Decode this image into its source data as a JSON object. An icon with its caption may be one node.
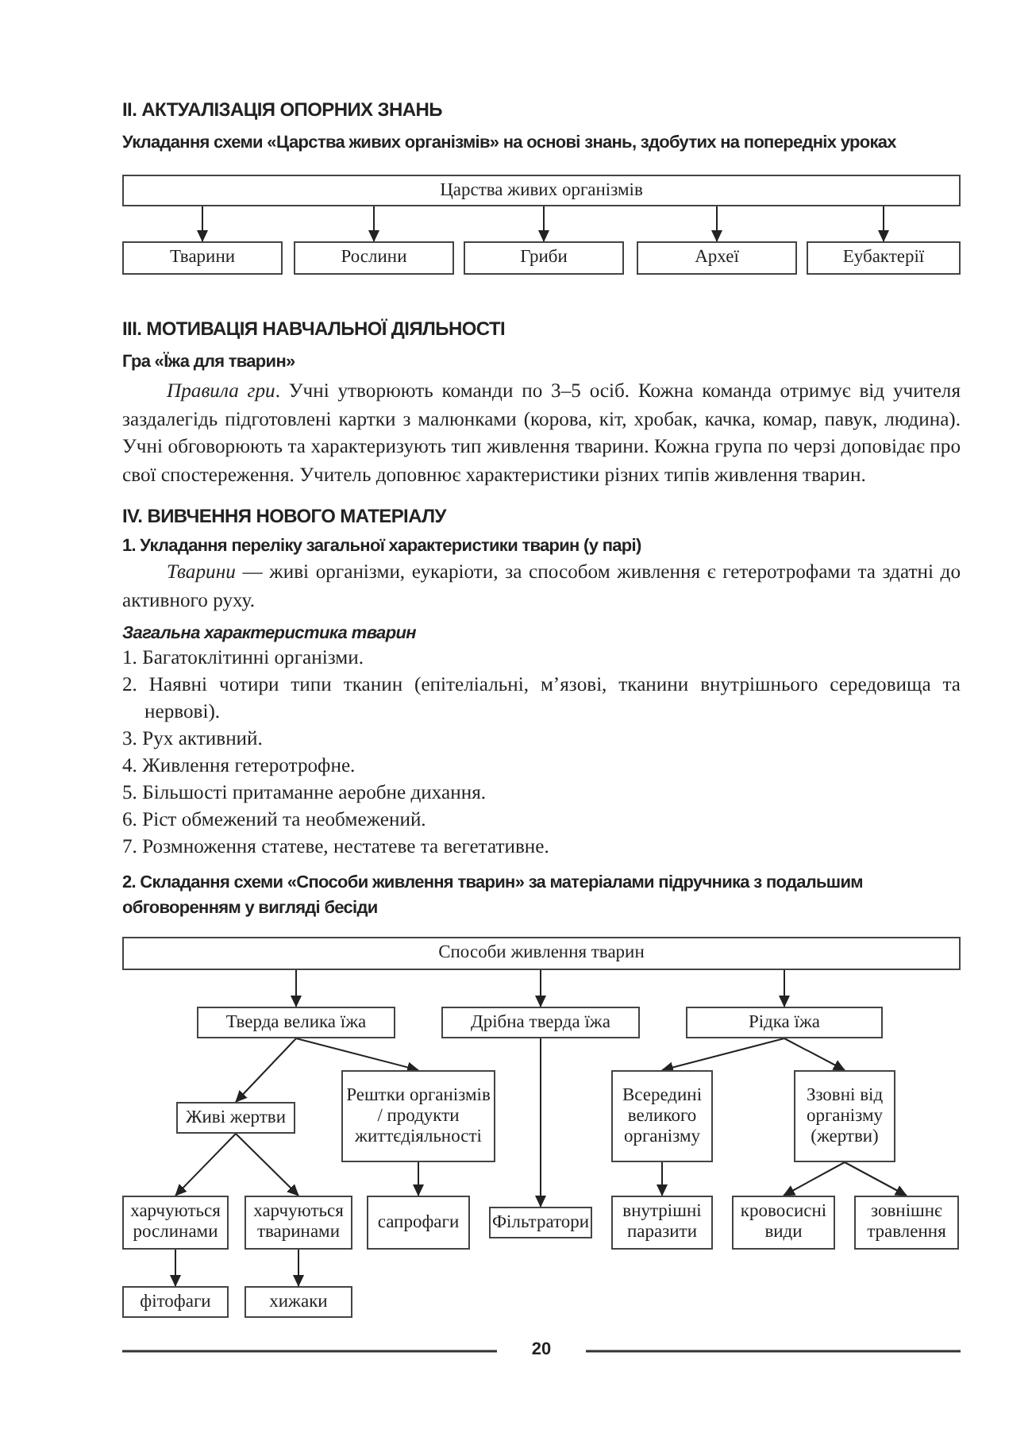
{
  "diagram": {
    "nodes": [
      {
        "text": [
          "Царства живих організмів"
        ]
      },
      {
        "text": [
          "Тварини"
        ]
      },
      {
        "text": [
          "Рослини"
        ]
      },
      {
        "text": [
          "Гриби"
        ]
      },
      {
        "text": [
          "Археї"
        ]
      },
      {
        "text": [
          "Еубактерії"
        ]
      },
      {
        "text": [
          "Способи живлення тварин"
        ]
      },
      {
        "text": [
          "Тверда велика їжа"
        ]
      },
      {
        "text": [
          "Дрібна тверда їжа"
        ]
      },
      {
        "text": [
          "Рідка їжа"
        ]
      },
      {
        "text": [
          "Живі жертви"
        ]
      },
      {
        "text": [
          "Рештки організмів / продукти життєдіяльності"
        ]
      },
      {
        "text": [
          "Всередині великого організму"
        ]
      },
      {
        "text": [
          "Ззовні від організму (жертви)"
        ]
      },
      {
        "text": [
          "харчуються рослинами"
        ]
      },
      {
        "text": [
          "харчуються тваринами"
        ]
      },
      {
        "text": [
          "сапрофаги"
        ]
      },
      {
        "text": [
          "Фільтратори"
        ]
      },
      {
        "text": [
          "внутрішні паразити"
        ]
      },
      {
        "text": [
          "кровосисні види"
        ]
      },
      {
        "text": [
          "зовнішнє травлення"
        ]
      },
      {
        "text": [
          "фітофаги"
        ]
      },
      {
        "text": [
          "хижаки"
        ]
      }
    ],
    "edges": [
      {
        "from": 0,
        "to": 1,
        "arrow": "to"
      },
      {
        "from": 0,
        "to": 2,
        "arrow": "to"
      },
      {
        "from": 0,
        "to": 3,
        "arrow": "to"
      },
      {
        "from": 0,
        "to": 4,
        "arrow": "to"
      },
      {
        "from": 0,
        "to": 5,
        "arrow": "to"
      },
      {
        "from": 6,
        "to": 7,
        "arrow": "to"
      },
      {
        "from": 6,
        "to": 8,
        "arrow": "to"
      },
      {
        "from": 6,
        "to": 9,
        "arrow": "to"
      },
      {
        "from": 7,
        "to": 10,
        "arrow": "to"
      },
      {
        "from": 7,
        "to": 11,
        "arrow": "to"
      },
      {
        "from": 8,
        "to": 17,
        "arrow": "to"
      },
      {
        "from": 9,
        "to": 12,
        "arrow": "to"
      },
      {
        "from": 9,
        "to": 13,
        "arrow": "to"
      },
      {
        "from": 10,
        "to": 14,
        "arrow": "to"
      },
      {
        "from": 10,
        "to": 15,
        "arrow": "to"
      },
      {
        "from": 11,
        "to": 16,
        "arrow": "to"
      },
      {
        "from": 12,
        "to": 18,
        "arrow": "to"
      },
      {
        "from": 13,
        "to": 19,
        "arrow": "to"
      },
      {
        "from": 13,
        "to": 20,
        "arrow": "to"
      },
      {
        "from": 14,
        "to": 21,
        "arrow": "to"
      },
      {
        "from": 15,
        "to": 22,
        "arrow": "to"
      }
    ],
    "labels": [
      "II. АКТУАЛІЗАЦІЯ ОПОРНИХ ЗНАНЬ",
      "Укладання схеми «Царства живих організмів» на основі знань, здобутих на попередніх уроках",
      "III. МОТИВАЦІЯ НАВЧАЛЬНОЇ ДІЯЛЬНОСТІ",
      "Гра «Їжа для тварин»",
      "*Правила гри*. Учні утворюють команди по 3–5 осіб. Кожна команда отримує від учителя заздалегідь підготовлені картки з малюнками (корова, кіт, хробак, качка, комар, павук, людина). Учні обговорюють та характеризують тип живлення тварини. Кожна група по черзі доповідає про свої спостереження. Учитель доповнює характеристики різних типів живлення тварин.",
      "IV. ВИВЧЕННЯ НОВОГО МАТЕРІАЛУ",
      "1. Укладання переліку загальної характеристики тварин (у парі)",
      "*Тварини* — живі організми, еукаріоти, за способом живлення є гетеротрофами та здатні до активного руху.",
      "Загальна характеристика тварин",
      "1. Багатоклітинні організми.",
      "2. Наявні чотири типи тканин (епітеліальні, м’язові, тканини внутрішнього середовища та нервові).",
      "3. Рух активний.",
      "4. Живлення гетеротрофне.",
      "5. Більшості притаманне аеробне дихання.",
      "6. Ріст обмежений та необмежений.",
      "7. Розмноження статеве, нестатеве та вегетативне.",
      "2. Складання схеми «Способи живлення тварин» за матеріалами підручника з подальшим обговоренням у вигляді бесіди",
      "20"
    ]
  }
}
